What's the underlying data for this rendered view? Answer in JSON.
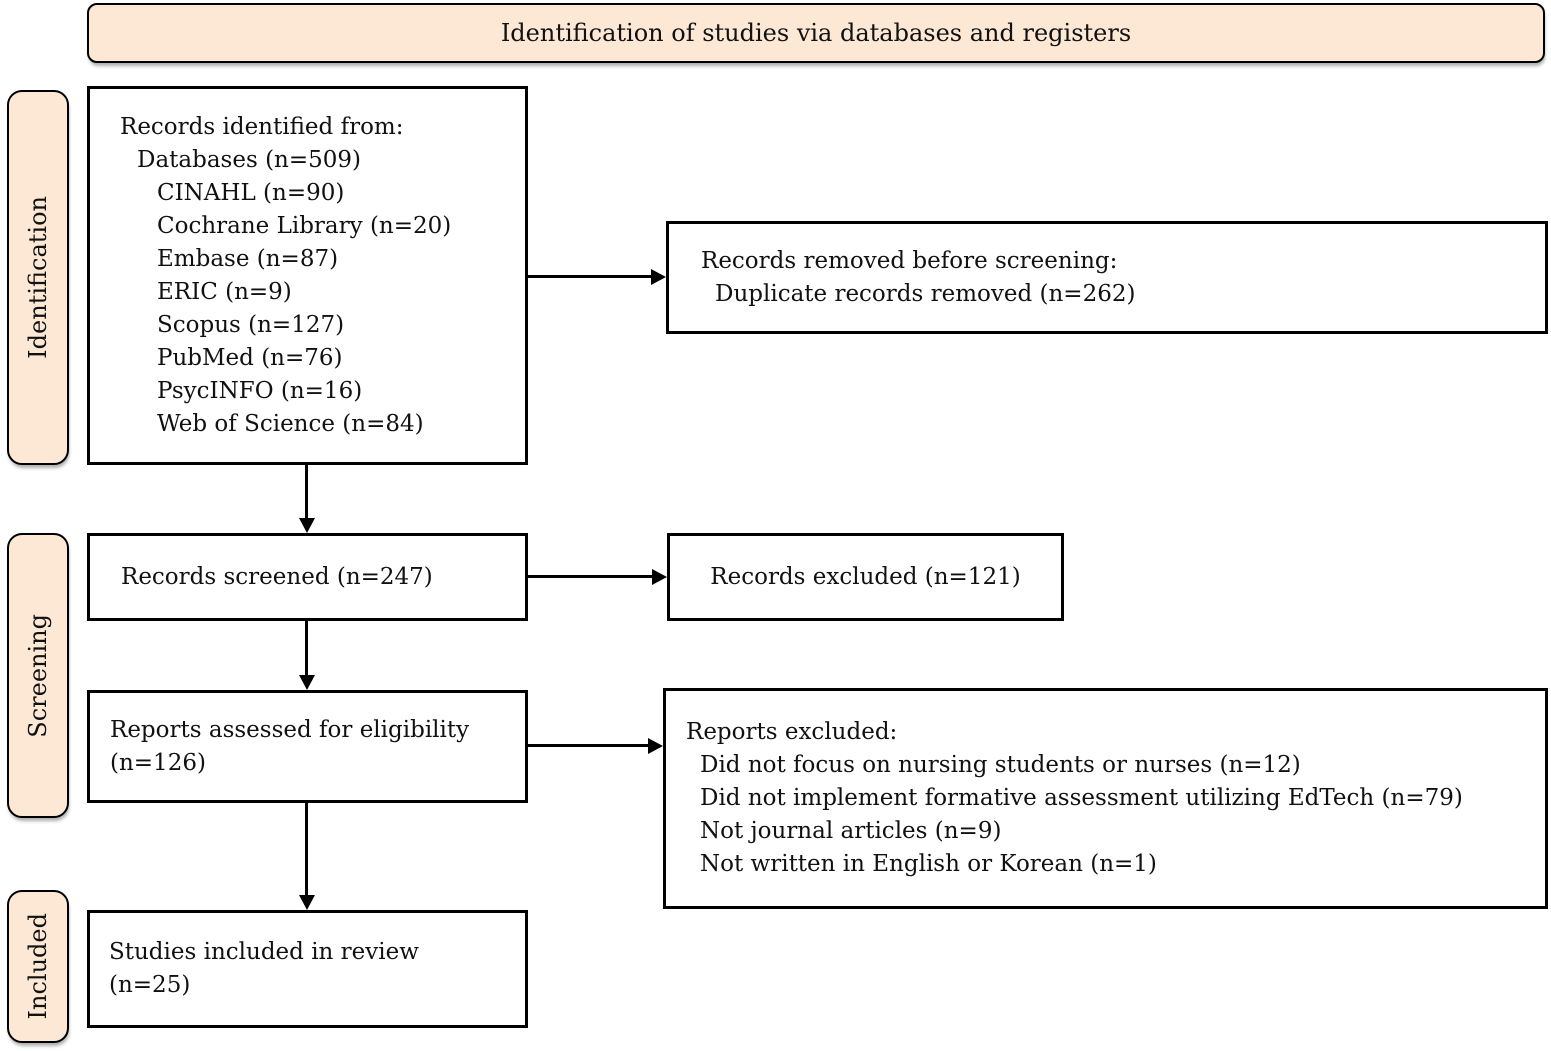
{
  "banner": {
    "title": "Identification of studies via databases and registers"
  },
  "stages": {
    "identification": "Identification",
    "screening": "Screening",
    "included": "Included"
  },
  "boxes": {
    "records_identified": {
      "lines": [
        "Records identified from:",
        "Databases (n=509)",
        "CINAHL (n=90)",
        "Cochrane Library (n=20)",
        "Embase (n=87)",
        "ERIC (n=9)",
        "Scopus (n=127)",
        "PubMed (n=76)",
        "PsycINFO (n=16)",
        "Web of Science (n=84)"
      ]
    },
    "records_removed": {
      "lines": [
        "Records removed before screening:",
        "Duplicate records removed (n=262)"
      ]
    },
    "records_screened": {
      "lines": [
        "Records screened (n=247)"
      ]
    },
    "records_excluded": {
      "lines": [
        "Records excluded (n=121)"
      ]
    },
    "reports_assessed": {
      "lines": [
        "Reports assessed for eligibility",
        "(n=126)"
      ]
    },
    "reports_excluded": {
      "lines": [
        "Reports excluded:",
        "Did not focus on nursing students or nurses (n=12)",
        "Did not implement formative assessment utilizing EdTech (n=79)",
        "Not journal articles (n=9)",
        "Not written in English or Korean (n=1)"
      ]
    },
    "studies_included": {
      "lines": [
        "Studies included in review",
        "(n=25)"
      ]
    }
  },
  "colors": {
    "stage_fill": "#fce8d5",
    "border": "#000000",
    "box_fill": "#ffffff",
    "text": "#111111"
  }
}
